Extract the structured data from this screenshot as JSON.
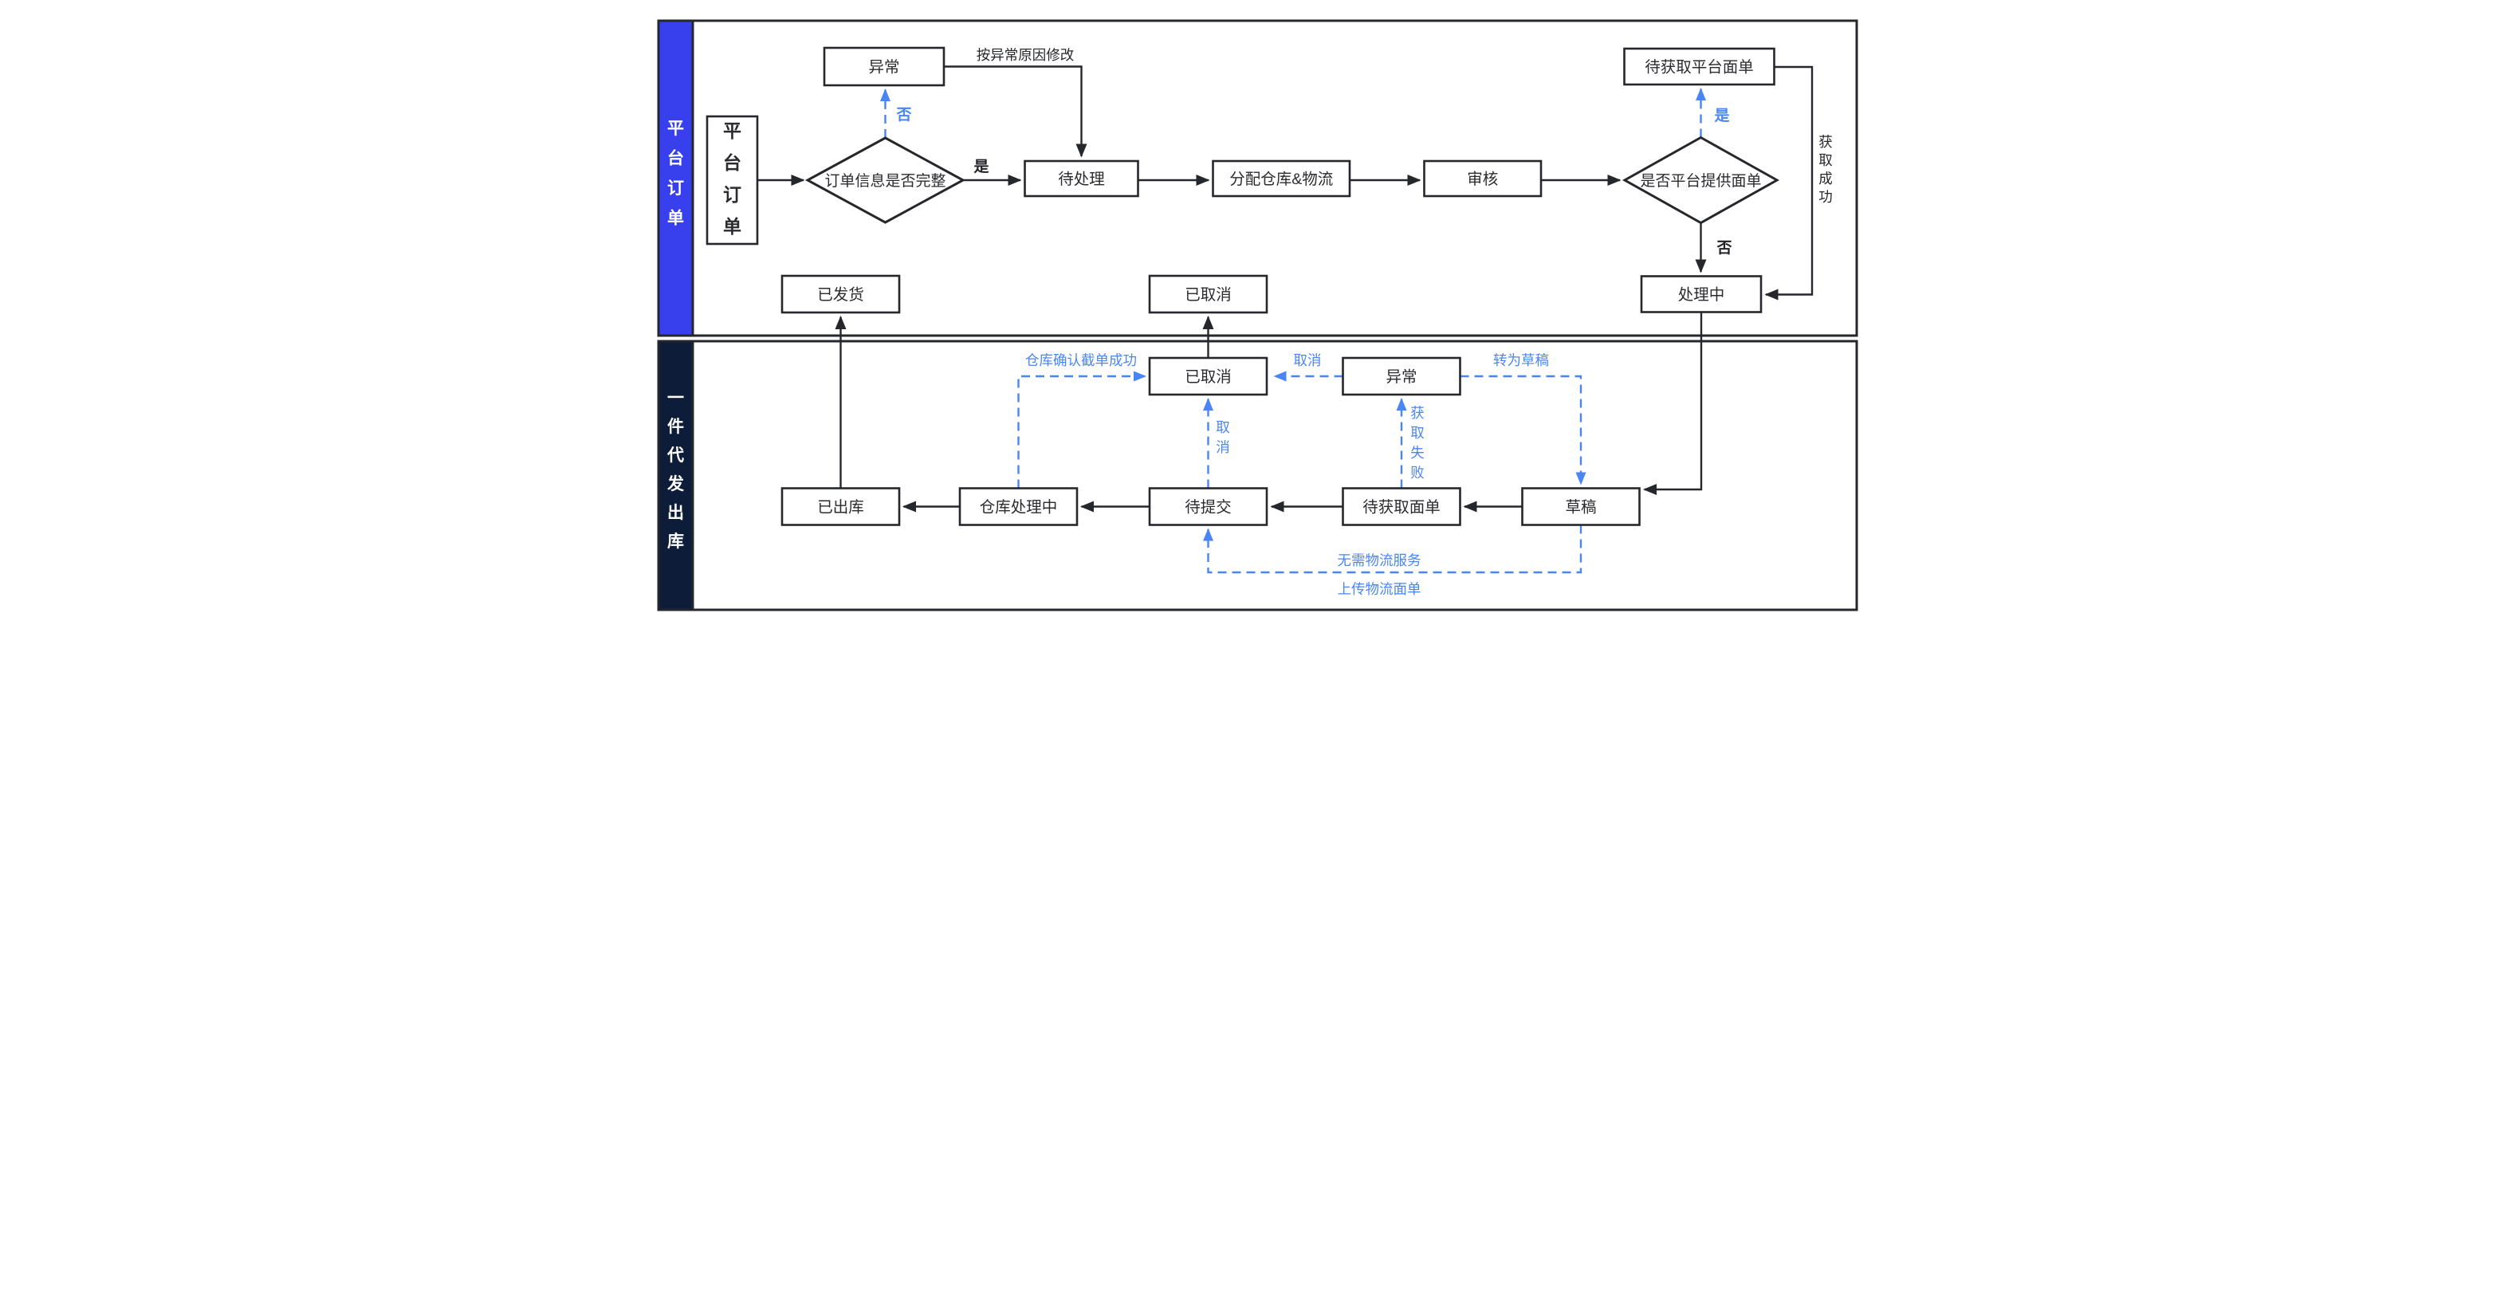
{
  "diagram": {
    "lane_platform": {
      "label": "平台订单"
    },
    "lane_outbound": {
      "label": "一件代发出库"
    },
    "nodes": {
      "platform_order": "平台订单",
      "order_complete_q": "订单信息是否完整",
      "exception_platform": "异常",
      "pending": "待处理",
      "assign_warehouse": "分配仓库&物流",
      "review": "审核",
      "platform_label_q": "是否平台提供面单",
      "await_platform_label": "待获取平台面单",
      "processing": "处理中",
      "shipped": "已发货",
      "cancelled_platform": "已取消",
      "cancelled_outbound": "已取消",
      "exception_outbound": "异常",
      "outbound_done": "已出库",
      "warehouse_processing": "仓库处理中",
      "pending_submit": "待提交",
      "await_label": "待获取面单",
      "draft": "草稿"
    },
    "edge_labels": {
      "no_to_exception": "否",
      "yes_to_pending": "是",
      "modify_by_reason": "按异常原因修改",
      "yes_to_await_label": "是",
      "no_to_processing": "否",
      "fetch_success": "获取成功",
      "intercept_success": "仓库确认截单成功",
      "cancel": "取消",
      "cancel_vertical": "取消",
      "to_draft": "转为草稿",
      "fetch_fail": "获取失败",
      "no_logistics_needed": "无需物流服务",
      "upload_logistics_label": "上传物流面单"
    },
    "colors": {
      "accent_blue": "#4A85F6",
      "lane_platform_fill": "#3840EE",
      "lane_outbound_fill": "#0D1C38",
      "line_dark": "#26272C",
      "node_bg": "#FFFFFF"
    }
  }
}
